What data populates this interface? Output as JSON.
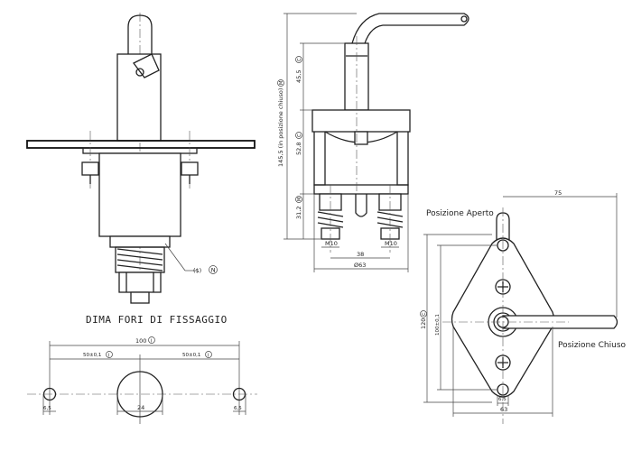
{
  "front_view": {
    "callout": "($)",
    "callout_mark": "N"
  },
  "side_view": {
    "dim_total": "145,5 (in posizione chiuso)",
    "dim_total_mark": "M",
    "dim_455": "45,5",
    "dim_455_mark": "C",
    "dim_528": "52,8",
    "dim_528_mark": "C",
    "dim_312": "31,2",
    "dim_312_mark": "M",
    "thread_left": "M10",
    "thread_right": "M10",
    "dim_38": "38",
    "dim_063": "Ø63"
  },
  "top_view": {
    "label_open": "Posizione Aperto",
    "label_closed": "Posizione Chiuso",
    "dim_75": "75",
    "dim_120": "120",
    "dim_120_mark": "C",
    "dim_100": "100±0,1",
    "dim_65": "6,5",
    "dim_63": "63"
  },
  "template": {
    "title": "DIMA FORI DI FISSAGGIO",
    "dim_100": "100",
    "dim_100_mark": "I",
    "dim_50_left": "50±0,1",
    "dim_50_left_mark": "I",
    "dim_50_right": "50±0,1",
    "dim_50_right_mark": "I",
    "dim_24": "24",
    "dim_65_left": "6,5",
    "dim_65_right": "6,5"
  }
}
